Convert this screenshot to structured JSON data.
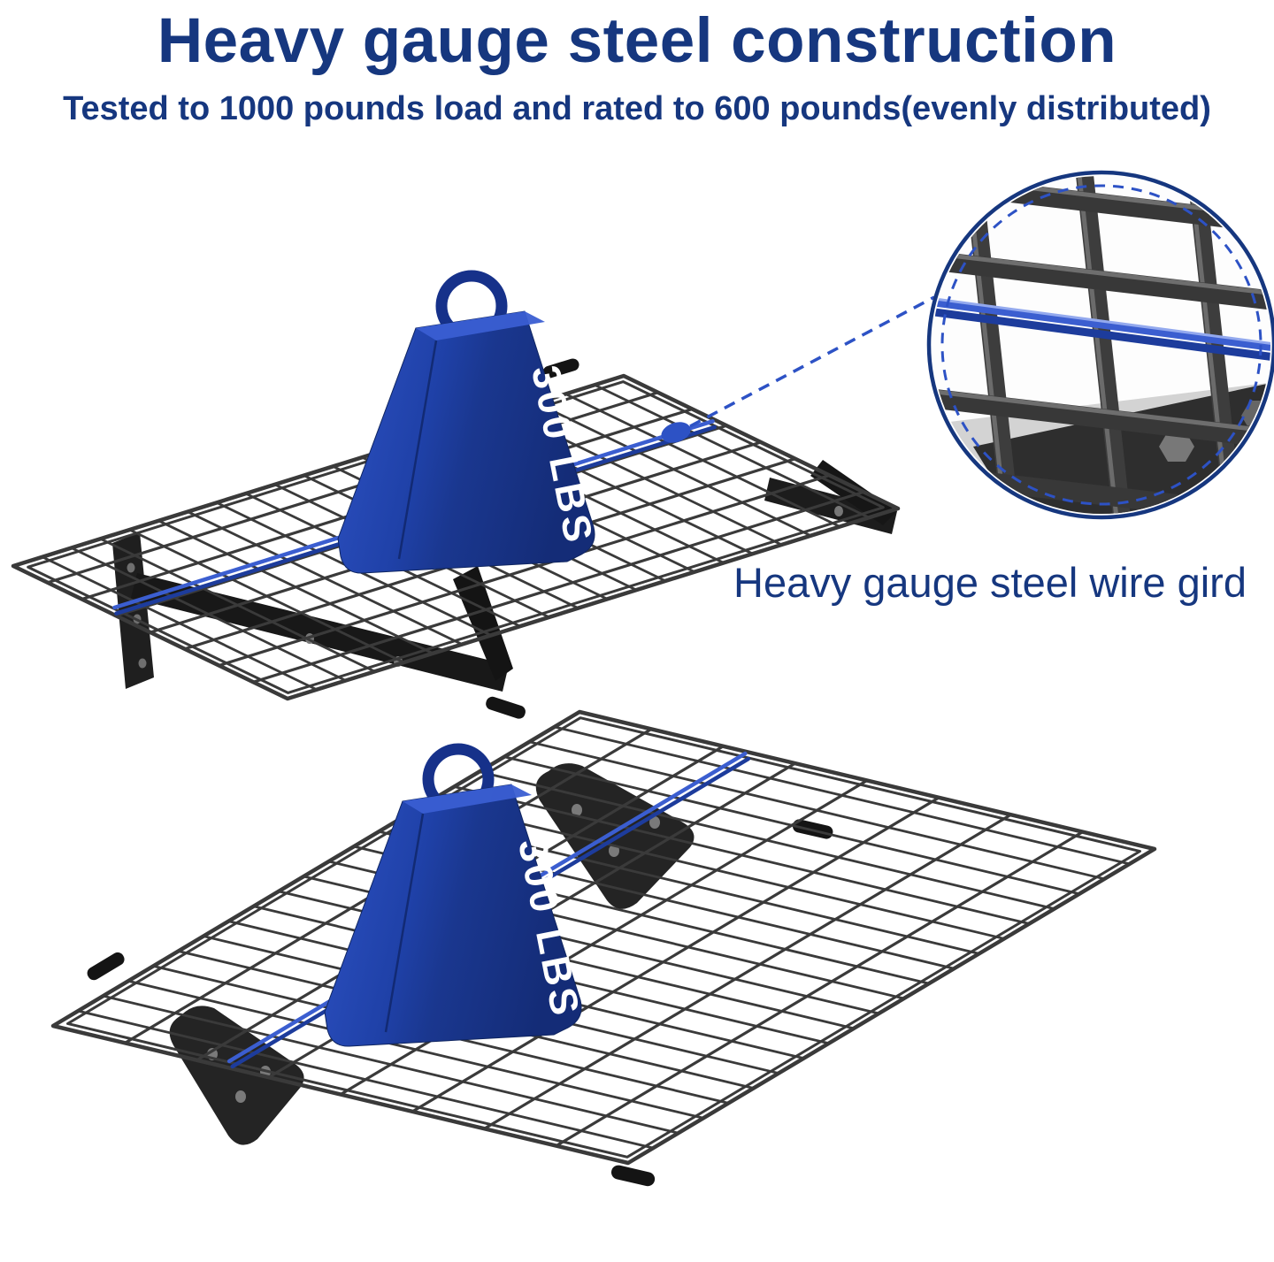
{
  "header": {
    "title": "Heavy gauge steel construction",
    "subtitle": "Tested to 1000 pounds load and rated to 600 pounds(evenly distributed)"
  },
  "callout": {
    "label": "Heavy gauge steel wire gird"
  },
  "weights": [
    {
      "label": "300 LBS"
    },
    {
      "label": "300 LBS"
    }
  ],
  "colors": {
    "heading": "#16377f",
    "accent_blue": "#2d52c5",
    "wire_blue_light": "#3b5ed0",
    "wire_blue_dark": "#1d3c9c",
    "weight_blue": "#1e3fa4",
    "steel": "#3a3a3a",
    "bracket": "#1d1d1d",
    "background": "#ffffff"
  }
}
